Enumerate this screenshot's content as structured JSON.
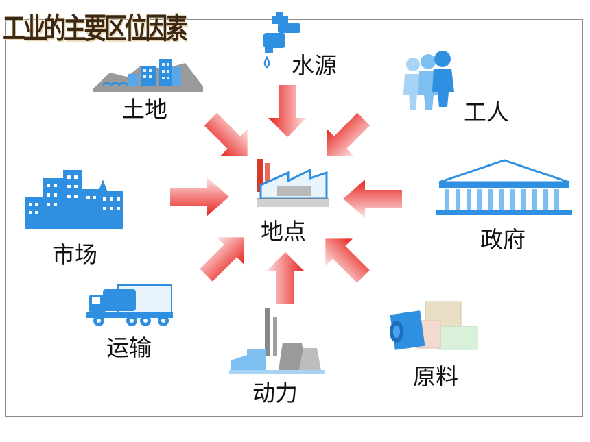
{
  "title": "工业的主要区位因素",
  "center": {
    "label": "地点"
  },
  "factors": {
    "water": "水源",
    "land": "土地",
    "labor": "工人",
    "market": "市场",
    "government": "政府",
    "transport": "运输",
    "power": "动力",
    "raw_materials": "原料"
  },
  "colors": {
    "arrow": "#e8231f",
    "icon_blue": "#2f8fe0",
    "icon_light": "#a9d3f5",
    "factory_red": "#d83a2a"
  }
}
